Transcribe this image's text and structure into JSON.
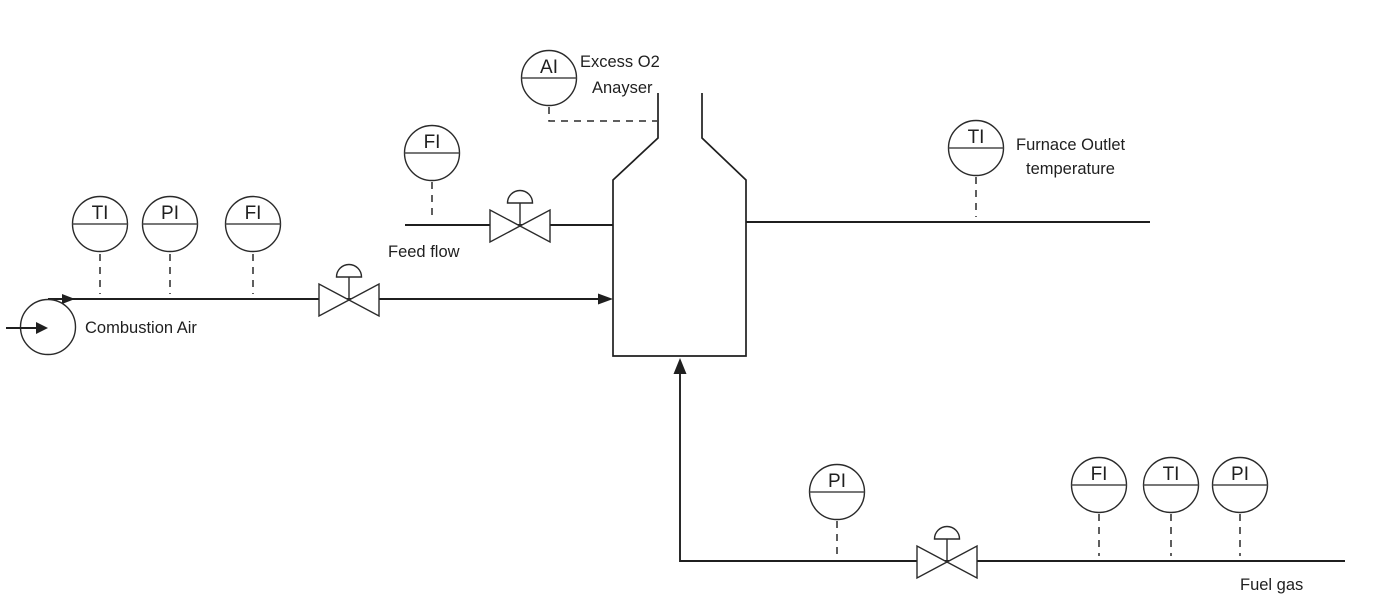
{
  "colors": {
    "ink": "#1f1f1f",
    "background": "#ffffff"
  },
  "labels": {
    "combustion_air": "Combustion Air",
    "feed_flow": "Feed flow",
    "excess_o2_line1": "Excess O2",
    "excess_o2_line2": "Anayser",
    "furnace_outlet_line1": "Furnace Outlet",
    "furnace_outlet_line2": "temperature",
    "fuel_gas": "Fuel gas"
  },
  "instruments": [
    {
      "tag": "TI",
      "stream": "combustion-air"
    },
    {
      "tag": "PI",
      "stream": "combustion-air"
    },
    {
      "tag": "FI",
      "stream": "combustion-air"
    },
    {
      "tag": "FI",
      "stream": "feed-flow"
    },
    {
      "tag": "AI",
      "stream": "flue-gas"
    },
    {
      "tag": "TI",
      "stream": "furnace-outlet"
    },
    {
      "tag": "PI",
      "stream": "fuel-gas"
    },
    {
      "tag": "FI",
      "stream": "fuel-gas"
    },
    {
      "tag": "TI",
      "stream": "fuel-gas"
    },
    {
      "tag": "PI",
      "stream": "fuel-gas"
    }
  ]
}
